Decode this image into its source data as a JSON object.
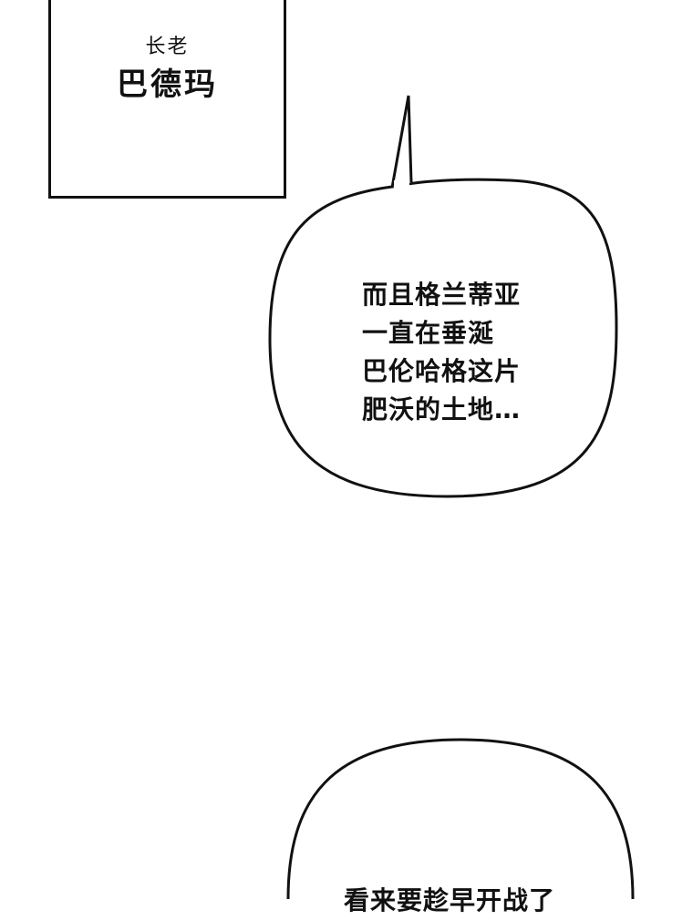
{
  "caption": {
    "title": "长老",
    "name": "巴德玛"
  },
  "speech_bubble_1": {
    "lines": [
      "而且格兰蒂亚",
      "一直在垂涎",
      "巴伦哈格这片",
      "肥沃的土地…"
    ]
  },
  "speech_bubble_2": {
    "line": "看来要趁早开战了"
  }
}
